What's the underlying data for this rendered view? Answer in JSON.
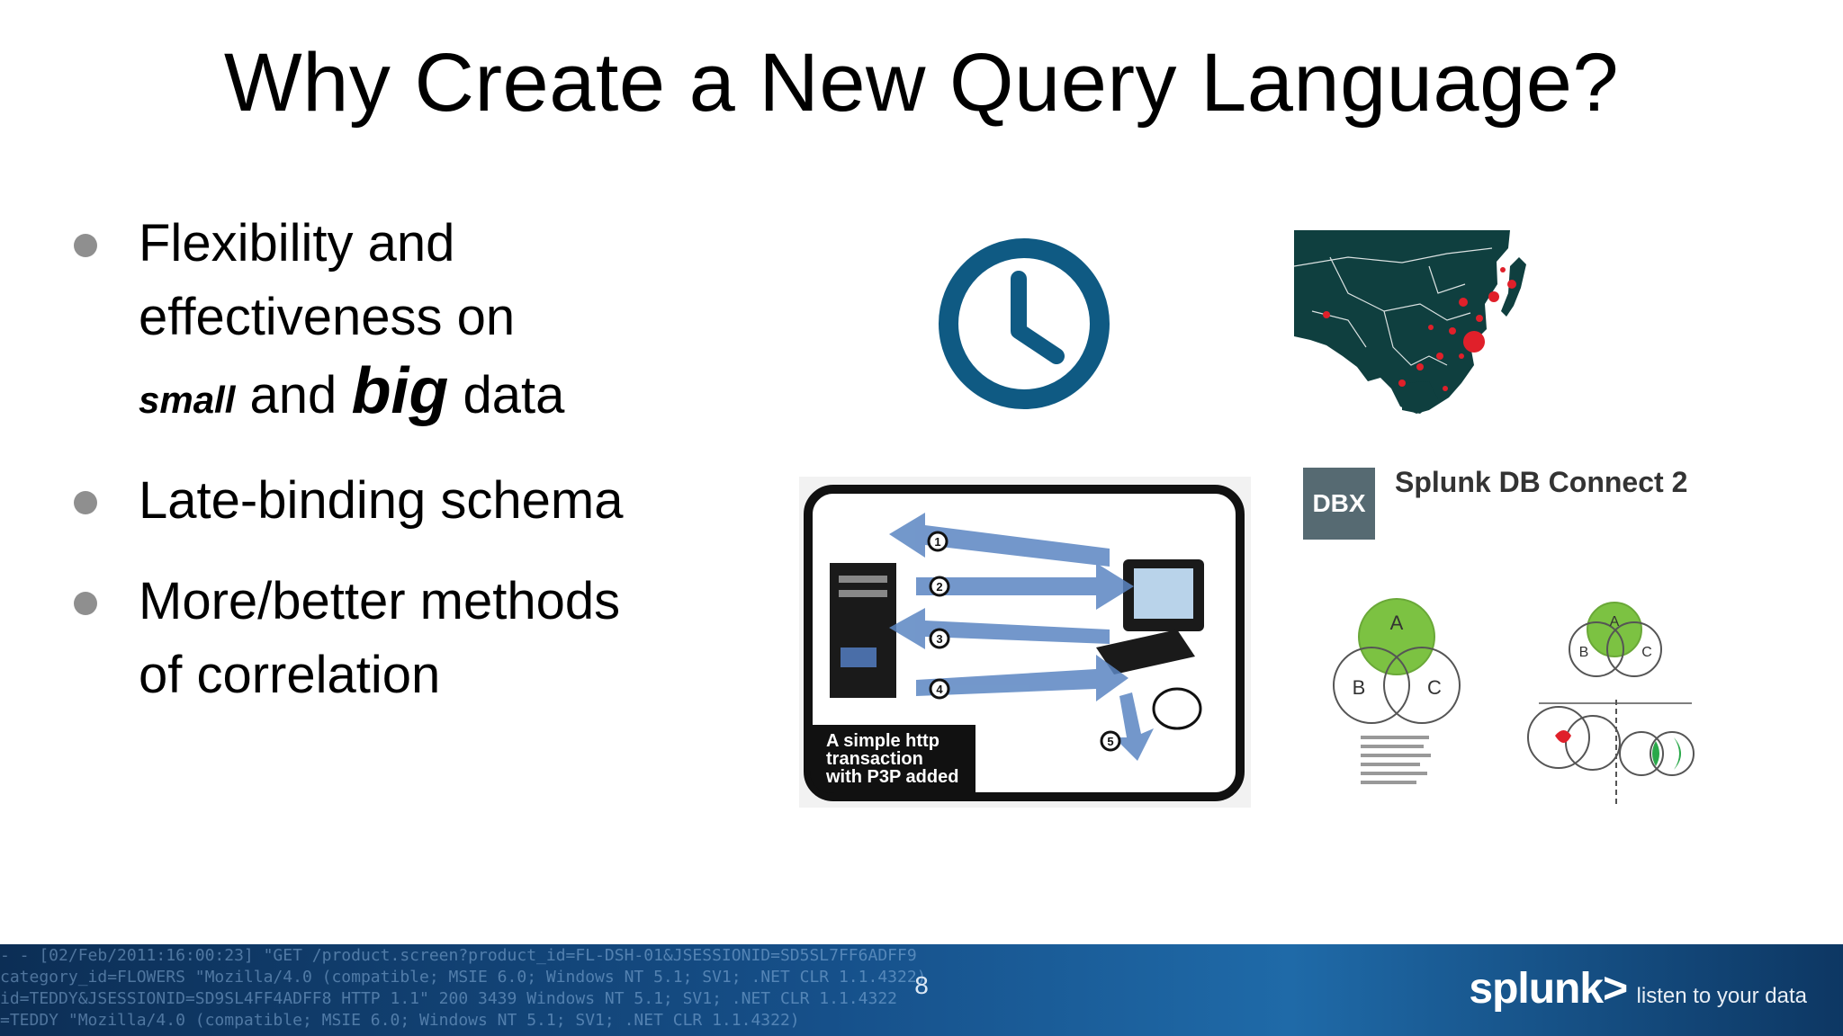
{
  "slide": {
    "title": "Why Create a New Query Language?",
    "bullets": [
      {
        "line1": "Flexibility and",
        "line2": "effectiveness on",
        "small": "small",
        "and": "and",
        "big": "big",
        "data": "data"
      },
      {
        "text": "Late-binding schema"
      },
      {
        "line1": "More/better methods",
        "line2": "of correlation"
      }
    ],
    "page_number": "8"
  },
  "images": {
    "clock_icon": "clock-icon",
    "map": "asia-map",
    "http_diagram": {
      "caption": [
        "A simple http",
        "transaction",
        "with P3P added"
      ],
      "steps": [
        "1",
        "2",
        "3",
        "4",
        "5"
      ]
    },
    "dbx": {
      "badge": "DBX",
      "title": "Splunk DB Connect 2"
    },
    "venn_labels": [
      "A",
      "B",
      "C"
    ]
  },
  "footer": {
    "logo": "splunk>",
    "tagline": "listen to your data",
    "log_lines": [
      "- - [02/Feb/2011:16:00:23] \"GET /product.screen?product_id=FL-DSH-01&JSESSIONID=SD5SL7FF6ADFF9",
      "category_id=FLOWERS \"Mozilla/4.0 (compatible; MSIE 6.0; Windows NT 5.1; SV1; .NET CLR 1.1.4322)",
      "id=TEDDY&JSESSIONID=SD9SL4FF4ADFF8 HTTP 1.1\" 200 3439 Windows NT 5.1; SV1; .NET CLR 1.1.4322",
      "=TEDDY \"Mozilla/4.0 (compatible; MSIE 6.0; Windows NT 5.1; SV1; .NET CLR 1.1.4322)"
    ]
  },
  "colors": {
    "clock": "#0f5a83",
    "map_land": "#0f3f3f",
    "map_dots": "#e0202a",
    "venn_green": "#7cc242",
    "dbx_badge": "#566a72",
    "footer_blue": "#16508a"
  }
}
